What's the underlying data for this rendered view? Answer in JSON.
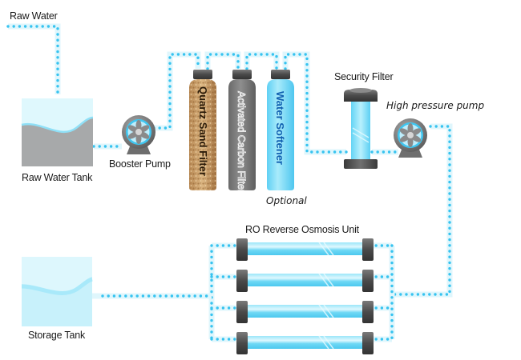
{
  "diagram": {
    "title": "Reverse Osmosis Water Treatment Process",
    "labels": {
      "raw_water": "Raw Water",
      "raw_water_tank": "Raw Water Tank",
      "booster_pump": "Booster Pump",
      "quartz_sand_filter": "Quartz Sand Filter",
      "activated_carbon_filter": "Activated Carbon Filter",
      "water_softener": "Water Softener",
      "optional": "Optional",
      "security_filter": "Security Filter",
      "high_pressure_pump": "High pressure pump",
      "ro_unit": "RO Reverse Osmosis Unit",
      "storage_tank": "Storage Tank"
    },
    "ro_membrane_count": 4,
    "flow": [
      "Raw Water",
      "Raw Water Tank",
      "Booster Pump",
      "Quartz Sand Filter",
      "Activated Carbon Filter",
      "Water Softener",
      "Security Filter",
      "High pressure pump",
      "RO Reverse Osmosis Unit",
      "Storage Tank"
    ],
    "colors": {
      "pipe_dot": "#36c3f0",
      "pipe_bg": "#dff6fc",
      "water_tank": "#a8a9aa",
      "membrane": "#6fd8f5",
      "cap": "#505050",
      "softener_text": "#1060b0"
    }
  }
}
